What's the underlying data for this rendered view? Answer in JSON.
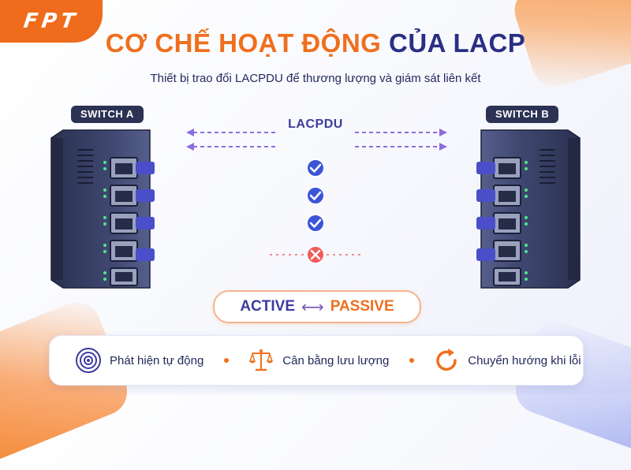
{
  "brand": {
    "logo_text": "FPT"
  },
  "title": {
    "part1": "CƠ CHẾ HOẠT ĐỘNG",
    "part2": "CỦA LACP"
  },
  "subtitle": "Thiết bị trao đổi LACPDU để thương lượng và giám sát liên kết",
  "switch_a": {
    "label": "SWITCH A"
  },
  "switch_b": {
    "label": "SWITCH B"
  },
  "lacpdu_label": "LACPDU",
  "links": [
    {
      "status": "ok",
      "icon": "check-icon"
    },
    {
      "status": "ok",
      "icon": "check-icon"
    },
    {
      "status": "ok",
      "icon": "check-icon"
    },
    {
      "status": "fail",
      "icon": "x-icon"
    }
  ],
  "modes": {
    "left": "ACTIVE",
    "arrow": "⟷",
    "right": "PASSIVE"
  },
  "features": [
    {
      "icon": "radar-icon",
      "label": "Phát hiện tự động"
    },
    {
      "icon": "scale-icon",
      "label": "Cân bằng lưu lượng"
    },
    {
      "icon": "refresh-icon",
      "label": "Chuyển hướng khi lỗi"
    }
  ],
  "colors": {
    "orange": "#ef6f1e",
    "navy": "#2a2f84",
    "link_ok": "#5b6cf0",
    "link_fail": "#f0505a",
    "check_bg": "#3b55d8",
    "fail_bg": "#f05b5b"
  }
}
